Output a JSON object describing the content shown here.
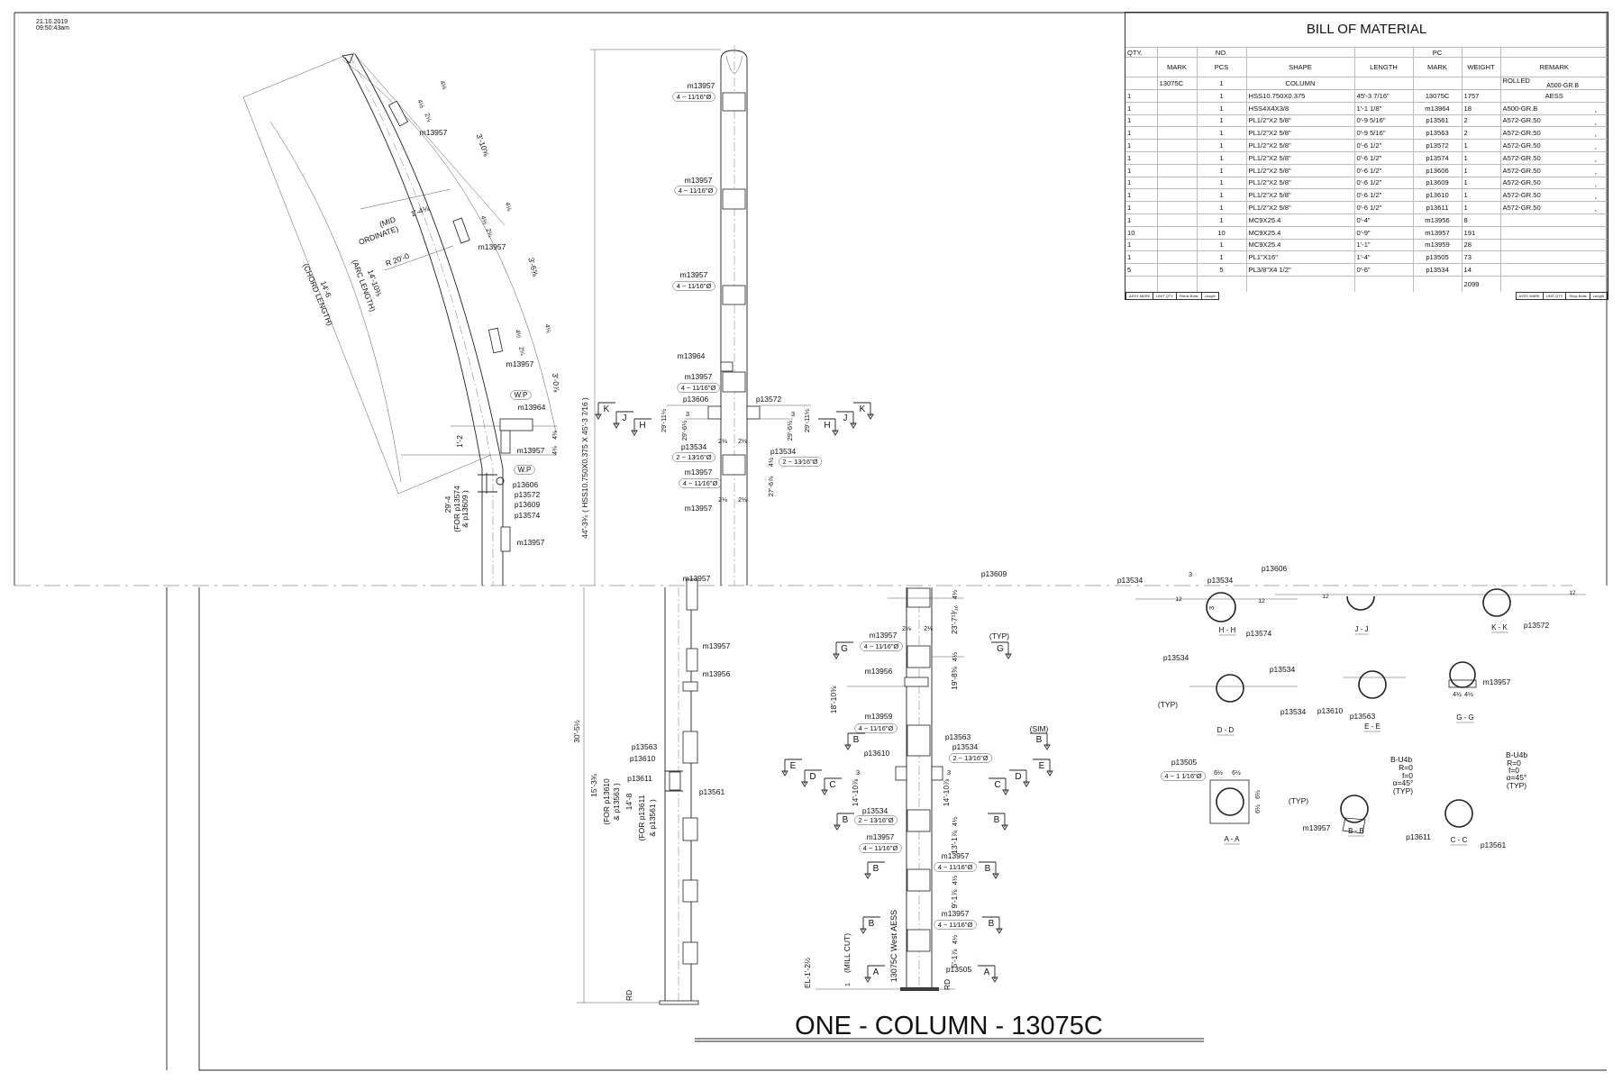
{
  "timestamp": {
    "date": "21.10.2019",
    "time": "09:50:43am"
  },
  "title": "ONE - COLUMN - 13075C",
  "bom": {
    "title": "BILL OF MATERIAL",
    "headers_top": {
      "qty": "QTY.",
      "no": "NO.",
      "pc": "PC"
    },
    "headers": {
      "mark": "MARK",
      "pcs": "PCS",
      "shape": "SHAPE",
      "length": "LENGTH",
      "pc_mark": "MARK",
      "weight": "WEIGHT",
      "remark": "REMARK"
    },
    "assembly": {
      "mark": "13075C",
      "pcs": "1",
      "shape": "COLUMN",
      "remark": "ROLLED",
      "remark2": "A500-GR.B"
    },
    "rows": [
      {
        "qty": "1",
        "pcs": "1",
        "shape": "HSS10.750X0.375",
        "length": "45'-3 7/16\"",
        "pc_mark": "13075C",
        "weight": "1757",
        "remark": "AESS",
        "tick": ""
      },
      {
        "qty": "1",
        "pcs": "1",
        "shape": "HSS4X4X3/8",
        "length": "1'-1 1/8\"",
        "pc_mark": "m13964",
        "weight": "18",
        "remark": "A500-GR.B",
        "tick": ","
      },
      {
        "qty": "1",
        "pcs": "1",
        "shape": "PL1/2\"X2 5/8\"",
        "length": "0'-9 5/16\"",
        "pc_mark": "p13561",
        "weight": "2",
        "remark": "A572-GR.50",
        "tick": ","
      },
      {
        "qty": "1",
        "pcs": "1",
        "shape": "PL1/2\"X2 5/8\"",
        "length": "0'-9 5/16\"",
        "pc_mark": "p13563",
        "weight": "2",
        "remark": "A572-GR.50",
        "tick": ","
      },
      {
        "qty": "1",
        "pcs": "1",
        "shape": "PL1/2\"X2 5/8\"",
        "length": "0'-6 1/2\"",
        "pc_mark": "p13572",
        "weight": "1",
        "remark": "A572-GR.50",
        "tick": ","
      },
      {
        "qty": "1",
        "pcs": "1",
        "shape": "PL1/2\"X2 5/8\"",
        "length": "0'-6 1/2\"",
        "pc_mark": "p13574",
        "weight": "1",
        "remark": "A572-GR.50",
        "tick": ","
      },
      {
        "qty": "1",
        "pcs": "1",
        "shape": "PL1/2\"X2 5/8\"",
        "length": "0'-6 1/2\"",
        "pc_mark": "p13606",
        "weight": "1",
        "remark": "A572-GR.50",
        "tick": ","
      },
      {
        "qty": "1",
        "pcs": "1",
        "shape": "PL1/2\"X2 5/8\"",
        "length": "0'-6 1/2\"",
        "pc_mark": "p13609",
        "weight": "1",
        "remark": "A572-GR.50",
        "tick": ","
      },
      {
        "qty": "1",
        "pcs": "1",
        "shape": "PL1/2\"X2 5/8\"",
        "length": "0'-6 1/2\"",
        "pc_mark": "p13610",
        "weight": "1",
        "remark": "A572-GR.50",
        "tick": ","
      },
      {
        "qty": "1",
        "pcs": "1",
        "shape": "PL1/2\"X2 5/8\"",
        "length": "0'-6 1/2\"",
        "pc_mark": "p13611",
        "weight": "1",
        "remark": "A572-GR.50",
        "tick": ","
      },
      {
        "qty": "1",
        "pcs": "1",
        "shape": "MC9X25.4",
        "length": "0'-4\"",
        "pc_mark": "m13956",
        "weight": "8",
        "remark": "",
        "tick": ""
      },
      {
        "qty": "10",
        "pcs": "10",
        "shape": "MC9X25.4",
        "length": "0'-9\"",
        "pc_mark": "m13957",
        "weight": "191",
        "remark": "",
        "tick": ""
      },
      {
        "qty": "1",
        "pcs": "1",
        "shape": "MC9X25.4",
        "length": "1'-1\"",
        "pc_mark": "m13959",
        "weight": "28",
        "remark": "",
        "tick": ""
      },
      {
        "qty": "1",
        "pcs": "1",
        "shape": "PL1\"X16\"",
        "length": "1'-4\"",
        "pc_mark": "p13505",
        "weight": "73",
        "remark": "",
        "tick": ""
      },
      {
        "qty": "5",
        "pcs": "5",
        "shape": "PL3/8\"X4 1/2\"",
        "length": "0'-6\"",
        "pc_mark": "p13534",
        "weight": "14",
        "remark": "",
        "tick": ""
      }
    ],
    "total_weight": "2099",
    "footer_left": [
      "ASSY MARK",
      "UNIT QTY",
      "Fields Bolts",
      "Length"
    ],
    "footer_right": [
      "ASSY MARK",
      "UNIT QTY",
      "Shop Bolts",
      "Length"
    ]
  },
  "arc_view": [
    "m13957",
    "m13957",
    "m13957",
    "W.P",
    "m13964",
    "m13957",
    "W.P",
    "p13606",
    "p13572",
    "p13609",
    "p13574",
    "m13957",
    "1'-2",
    "29'-4",
    "(FOR p13574",
    "& p13609 )",
    "(MID",
    "ORDINATE)",
    "1'-4⅛",
    "R 20'-0",
    "14'-10⅜",
    "(ARC LENGTH)",
    "14'-6",
    "(CHORD LENGTH)",
    "3'-10⅝",
    "3'-6⅝",
    "3'-0⅞",
    "4⅛",
    "4½",
    "2¼",
    "4⅛",
    "4½",
    "2¼",
    "4⅛",
    "4½",
    "2¼",
    "4⅜",
    "4⅜"
  ],
  "elevation_upper": [
    "m13957",
    "4 ~ 11⁄16\"Ø",
    "m13957",
    "4 ~ 11⁄16\"Ø",
    "m13957",
    "4 ~ 11⁄16\"Ø",
    "m13964",
    "m13957",
    "4 ~ 11⁄16\"Ø",
    "p13606",
    "p13572",
    "p13534",
    "2 ~ 13⁄16\"Ø",
    "p13534",
    "2 ~ 13⁄16\"Ø",
    "m13957",
    "4 ~ 11⁄16\"Ø",
    "m13957",
    "29'-11½",
    "29'-6½",
    "3",
    "3",
    "29'-6½",
    "29'-11½",
    "4½",
    "27'-6⅞",
    "2⅛",
    "2⅛",
    "2⅛",
    "2⅛",
    "44'-3¾",
    "( HSS10.750X0.375 X 45'-3 7⁄16 )"
  ],
  "elevation_lower_left": [
    "m13957",
    "m13957",
    "m13956",
    "30'-5½",
    "p13563",
    "p13610",
    "p13611",
    "p13561",
    "15'-3¾",
    "(FOR p13610",
    "& p13563 )",
    "14'-8",
    "(FOR p13611",
    "& p13561 )",
    "RD"
  ],
  "elevation_lower_right": [
    "p13609",
    "m13957",
    "4 ~ 11⁄16\"Ø",
    "(TYP)",
    "m13956",
    "18'-10⅜",
    "19'-8⅜",
    "23'-7¹³⁄₁₆",
    "4½",
    "4½",
    "m13959",
    "4 ~ 11⁄16\"Ø",
    "(SIM)",
    "p13563",
    "p13534",
    "2 ~ 13⁄16\"Ø",
    "p13610",
    "3",
    "3",
    "14'-10⅞",
    "14'-10⅞",
    "p13534",
    "2 ~ 13⁄16\"Ø",
    "m13957",
    "4 ~ 11⁄16\"Ø",
    "4½",
    "13'-1⅞",
    "m13957",
    "4 ~ 11⁄16\"Ø",
    "4½",
    "9'-1⅞",
    "m13957",
    "4 ~ 11⁄16\"Ø",
    "4½",
    "5'-1⅞",
    "13075C  West AESS",
    "(MILL CUT)",
    "p13505",
    "RD",
    "EL-1'-2½",
    "1",
    "2⅛",
    "2⅛"
  ],
  "section_markers_upper": [
    "K",
    "J",
    "H",
    "H",
    "J",
    "K"
  ],
  "section_markers_lower": [
    "G",
    "G",
    "B",
    "B",
    "E",
    "D",
    "C",
    "E",
    "D",
    "C",
    "B",
    "B",
    "B",
    "B",
    "B",
    "B",
    "A",
    "A"
  ],
  "sections": [
    "H - H",
    "p13574",
    "p13534",
    "p13534",
    "J - J",
    "p13606",
    "K - K",
    "p13572",
    "D - D",
    "p13534",
    "p13534",
    "p13534",
    "(TYP)",
    "E - E",
    "p13610",
    "p13563",
    "G - G",
    "m13957",
    "A - A",
    "p13505",
    "4 ~ 1 1⁄16\"Ø",
    "B - B",
    "m13957",
    "(TYP)",
    "C - C",
    "p13611",
    "p13561",
    "B-U4b",
    "R=0",
    "f=0",
    "α=45°",
    "(TYP)",
    "B-U4b",
    "R=0",
    "f=0",
    "α=45°",
    "(TYP)",
    "4½",
    "4½",
    "6½",
    "6½",
    "6½",
    "6½",
    "12",
    "12",
    "12",
    "12",
    "3",
    "3"
  ]
}
